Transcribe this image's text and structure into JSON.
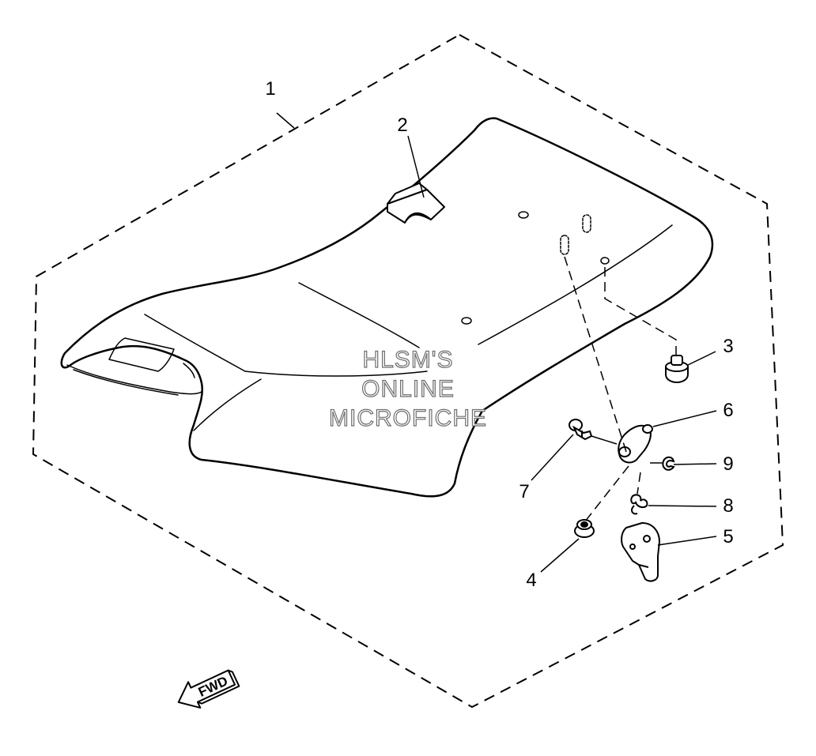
{
  "diagram": {
    "callouts": [
      "1",
      "2",
      "3",
      "4",
      "5",
      "6",
      "7",
      "8",
      "9"
    ],
    "watermark": {
      "line1": "HLSM'S",
      "line2": "ONLINE",
      "line3": "MICROFICHE"
    },
    "fwd_label": "FWD"
  }
}
